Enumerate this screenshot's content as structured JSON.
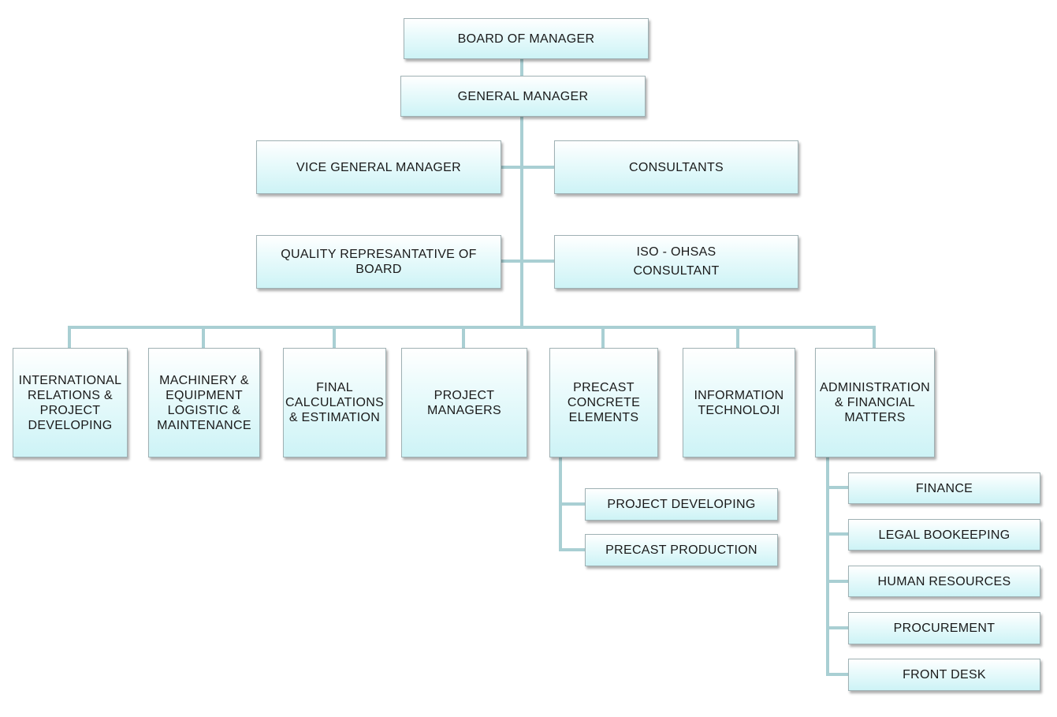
{
  "line_color": "#a9cfd3",
  "box_fill": "#cdf3f6",
  "nodes": {
    "board": "BOARD OF MANAGER",
    "gm": "GENERAL MANAGER",
    "vgm": "VICE GENERAL  MANAGER",
    "consultants": "CONSULTANTS",
    "quality": "QUALITY  REPRESANTATIVE  OF BOARD",
    "iso_line1": "ISO - OHSAS",
    "iso_line2": "CONSULTANT",
    "intl": "INTERNATIONAL RELATIONS  & PROJECT DEVELOPING",
    "machinery": "MACHINERY  & EQUIPMENT LOGISTIC  & MAINTENANCE",
    "final": "FINAL CALCULATIONS & ESTIMATION",
    "pm": "PROJECT MANAGERS",
    "precast": "PRECAST CONCRETE ELEMENTS",
    "it": "INFORMATION TECHNOLOJI",
    "admin": "ADMINISTRATION & FINANCIAL MATTERS",
    "proj_dev": "PROJECT DEVELOPING",
    "precast_prod": "PRECAST PRODUCTION",
    "finance": "FINANCE",
    "legal": "LEGAL BOOKEEPING",
    "hr": "HUMAN  RESOURCES",
    "procurement": "PROCUREMENT",
    "front_desk": "FRONT  DESK"
  }
}
